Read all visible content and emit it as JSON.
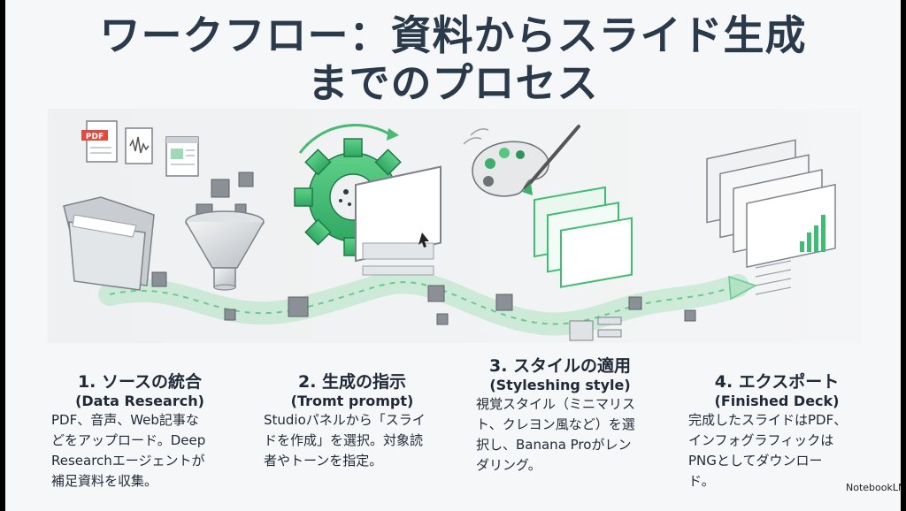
{
  "slide": {
    "title_line1": "ワークフロー：資料からスライド生成",
    "title_line2": "までのプロセス",
    "illustration": {
      "pdf_label": "PDF",
      "icons": [
        "folder-icon",
        "pdf-document-icon",
        "audio-file-icon",
        "web-page-icon",
        "funnel-icon",
        "gear-icon",
        "prompt-window-icon",
        "palette-icon",
        "styled-slides-icon",
        "finished-deck-icon"
      ]
    },
    "steps": [
      {
        "title": "1. ソースの統合",
        "subtitle": "(Data Research)",
        "body": "PDF、音声、Web記事などをアップロード。Deep Researchエージェントが補足資料を収集。"
      },
      {
        "title": "2. 生成の指示",
        "subtitle": "(Tromt prompt)",
        "body": "Studioパネルから「スライドを作成」を選択。対象読者やトーンを指定。"
      },
      {
        "title": "3. スタイルの適用",
        "subtitle": "(Styleshing style)",
        "body": "視覚スタイル（ミニマリスト、クレヨン風など）を選択し、Banana Proがレンダリング。"
      },
      {
        "title": "4. エクスポート",
        "subtitle": "(Finished Deck)",
        "body": "完成したスライドはPDF、インフォグラフィックはPNGとしてダウンロード。"
      }
    ],
    "footer": "NotebookLM"
  }
}
